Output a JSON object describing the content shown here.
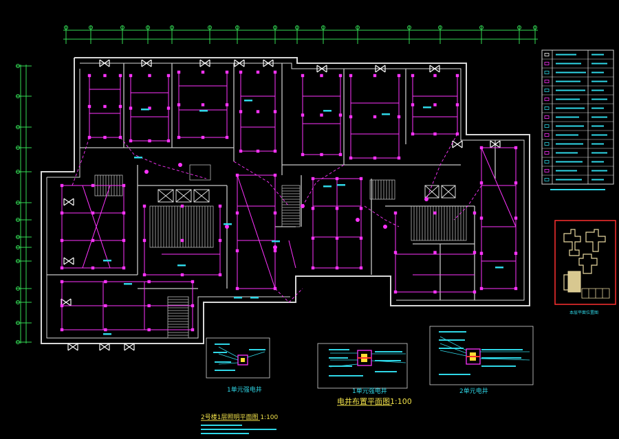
{
  "titles": {
    "main": "电井布置平面图1:100",
    "plan": "2号楼1层照明平面图 1:100",
    "detail_left": "1单元强电井",
    "detail_mid": "1单元强电井",
    "detail_right": "2单元电井",
    "key_plan": "本层平面位置图"
  },
  "colors": {
    "walls": "#d8d8d8",
    "circuit": "#ff33ff",
    "dimension": "#33dd55",
    "annotation": "#2fd8e8",
    "key_plan_border": "#ff3030",
    "title_text": "#f2e24a"
  },
  "legend": {
    "rows": 15,
    "row_colors": [
      "#ffffff",
      "#ff33ff",
      "#2fd8e8",
      "#ff33ff",
      "#2fd8e8",
      "#ff33ff",
      "#2fd8e8",
      "#ff33ff",
      "#2fd8e8",
      "#ff33ff",
      "#2fd8e8",
      "#ff33ff",
      "#2fd8e8",
      "#ff33ff",
      "#2fd8e8"
    ]
  }
}
